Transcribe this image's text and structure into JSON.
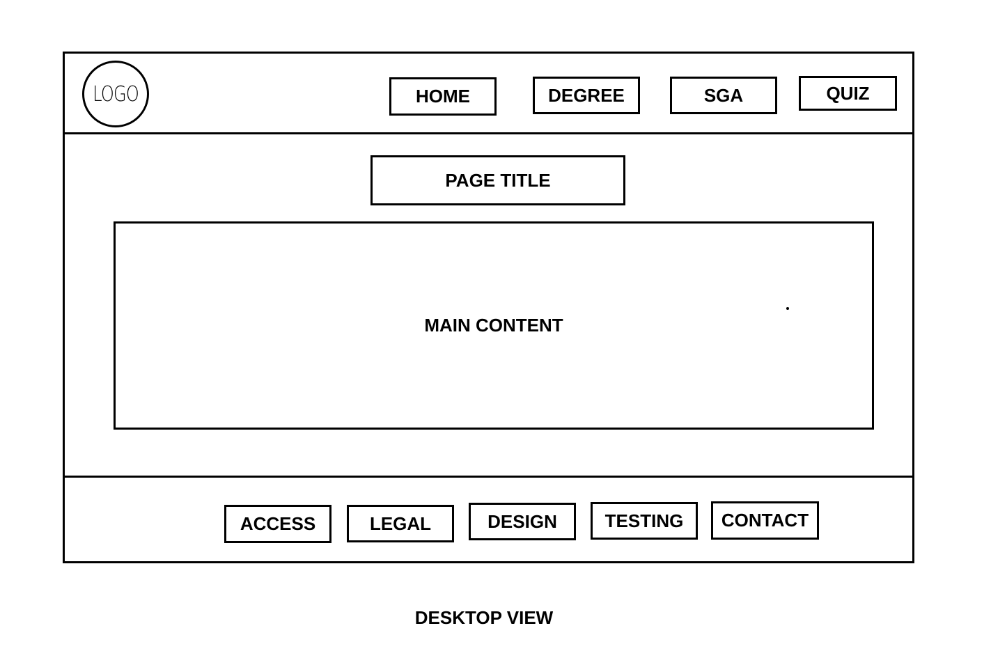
{
  "header": {
    "logo_text": "LOGO",
    "nav": {
      "home": "HOME",
      "degree": "DEGREE",
      "sga": "SGA",
      "quiz": "QUIZ"
    }
  },
  "main": {
    "page_title": "PAGE TITLE",
    "content_label": "MAIN CONTENT"
  },
  "footer": {
    "links": {
      "access": "ACCESS",
      "legal": "LEGAL",
      "design": "DESIGN",
      "testing": "TESTING",
      "contact": "CONTACT"
    }
  },
  "caption": "DESKTOP VIEW"
}
